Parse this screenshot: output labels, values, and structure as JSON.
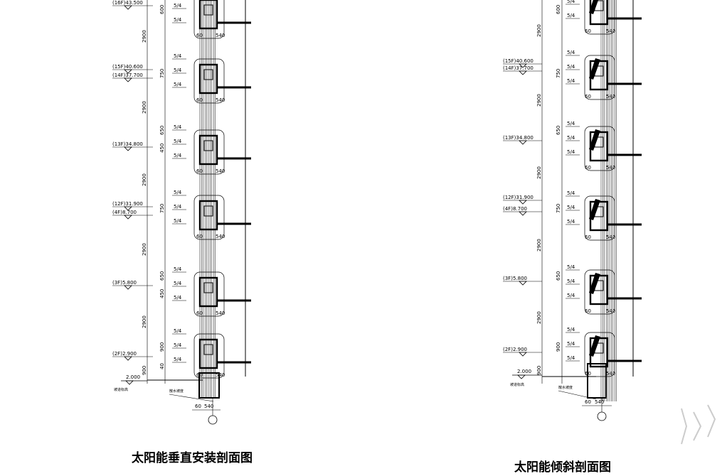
{
  "left": {
    "title": "太阳能垂直安装剖面图",
    "datum_label": "2.000",
    "note": "坡道标高",
    "plinth_label": "散水坡度",
    "base_dims": [
      "60",
      "540"
    ],
    "dims": [
      "2900",
      "2900",
      "2900",
      "2900",
      "2900",
      "900",
      "600",
      "450",
      "750",
      "650",
      "600",
      "40",
      "900"
    ],
    "floors": [
      {
        "tag": "(16F)43.500"
      },
      {
        "tag": "(15F)40.600"
      },
      {
        "tag": "(14F)37.700"
      },
      {
        "tag": "(13F)34.800"
      },
      {
        "tag": "(12F)31.900"
      },
      {
        "tag": "(4F)8.700"
      },
      {
        "tag": "(3F)5.800"
      },
      {
        "tag": "(2F)2.900"
      }
    ]
  },
  "right": {
    "title": "太阳能倾斜剖面图",
    "datum_label": "2.000",
    "note": "坡道标高",
    "plinth_label": "散水坡度",
    "base_dims": [
      "60",
      "540"
    ],
    "floors": [
      {
        "tag": "(15F)40.600"
      },
      {
        "tag": "(14F)37.700"
      },
      {
        "tag": "(13F)34.800"
      },
      {
        "tag": "(12F)31.900"
      },
      {
        "tag": "(4F)8.700"
      },
      {
        "tag": "(3F)5.800"
      },
      {
        "tag": "(2F)2.900"
      }
    ]
  }
}
